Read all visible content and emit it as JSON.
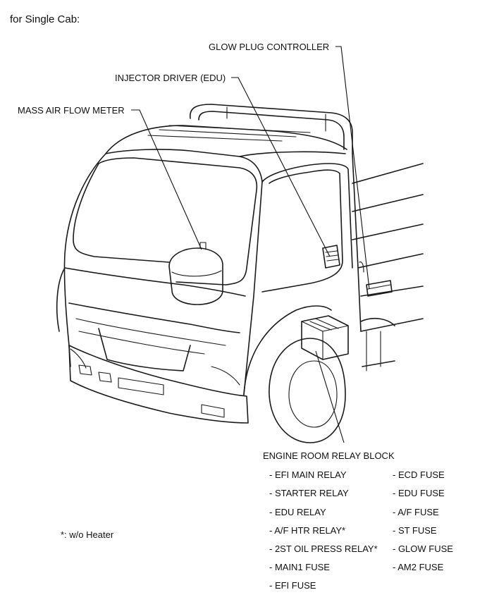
{
  "heading": "for Single Cab:",
  "callouts": {
    "glow_plug_controller": "GLOW PLUG CONTROLLER",
    "injector_driver": "INJECTOR DRIVER (EDU)",
    "mass_air_flow_meter": "MASS AIR FLOW METER",
    "engine_room_relay_block": "ENGINE ROOM RELAY BLOCK"
  },
  "relay_block_items_left": [
    "- EFI MAIN RELAY",
    "- STARTER RELAY",
    "- EDU RELAY",
    "- A/F HTR RELAY*",
    "- 2ST OIL PRESS RELAY*",
    "- MAIN1 FUSE",
    "- EFI FUSE"
  ],
  "relay_block_items_right": [
    "- ECD FUSE",
    "- EDU FUSE",
    "- A/F FUSE",
    "- ST FUSE",
    "- GLOW FUSE",
    "- AM2 FUSE"
  ],
  "footnote": "*: w/o Heater"
}
